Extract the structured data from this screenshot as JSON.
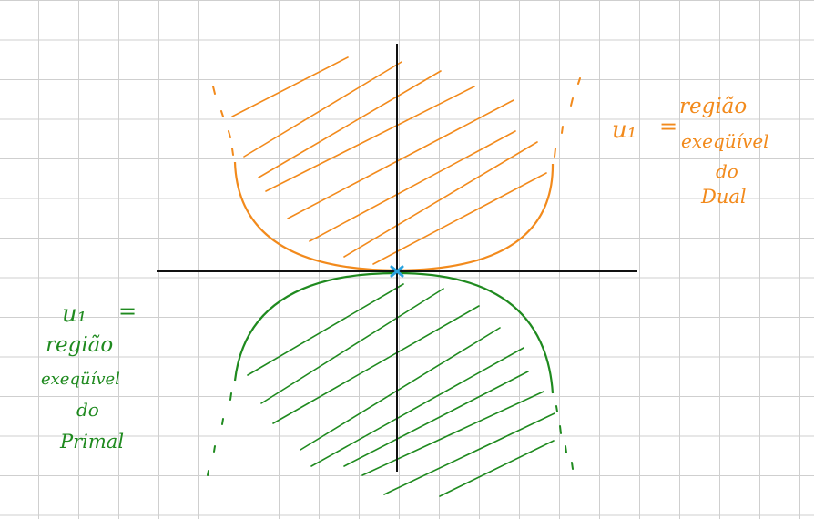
{
  "colors": {
    "dual": "#f28a1c",
    "primal": "#1f8a1f",
    "axes": "#111111",
    "point": "#29a3e0",
    "grid": "#cfcfcf"
  },
  "labels": {
    "dual": {
      "symbol": "u₁",
      "eq": "=",
      "line1": "região",
      "line2": "exeqüível",
      "line3": "do",
      "line4": "Dual"
    },
    "primal": {
      "symbol": "u₁",
      "eq": "=",
      "line1": "região",
      "line2": "exeqüível",
      "line3": "do",
      "line4": "Primal"
    }
  },
  "icons": {
    "origin_marker": "x-mark-icon"
  }
}
